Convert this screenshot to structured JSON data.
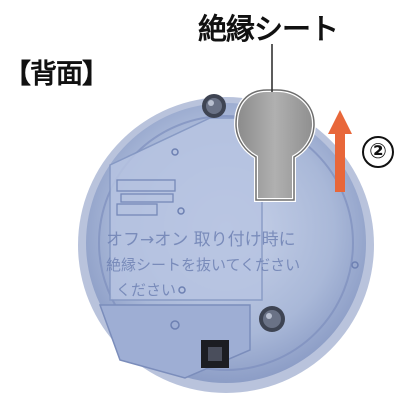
{
  "labels": {
    "back_label": "【背面】",
    "sheet_label": "絶縁シート",
    "step_number": "②"
  },
  "device_text": {
    "line1": "オフ→オン  取り付け時に",
    "line2": "絶縁シートを抜いてください",
    "line3": "ください"
  },
  "icons": {
    "arrow": "up-arrow-icon",
    "device": "round-device-back",
    "screw": "screw-icon",
    "sheet": "insulation-sheet-tab"
  },
  "colors": {
    "arrow": "#e8673a",
    "device_body": "#a7b6d6",
    "device_rim": "#8ea0c8",
    "sheet_fill": "#9a9a9a",
    "text": "#111111"
  }
}
